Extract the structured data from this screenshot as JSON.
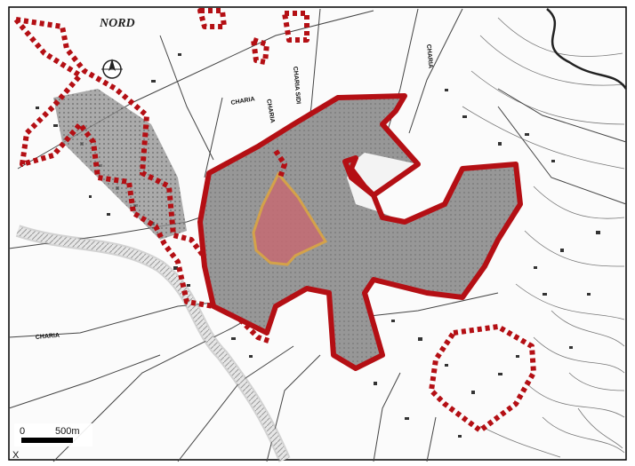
{
  "map": {
    "north_label": "NORD",
    "scale": {
      "zero": "0",
      "distance": "500m"
    },
    "corner_mark": "X",
    "road_labels": [
      "CHARIA",
      "CHARIA",
      "CHARIA SIDI",
      "CHARIA",
      "CHARIA"
    ],
    "colors": {
      "boundary": "#b40f14",
      "urban_fill": "#9a9a9a",
      "medina_fill": "#c46a72",
      "medina_outline": "#d4a24a",
      "river": "#d9d9d9",
      "lines": "#555555"
    }
  }
}
